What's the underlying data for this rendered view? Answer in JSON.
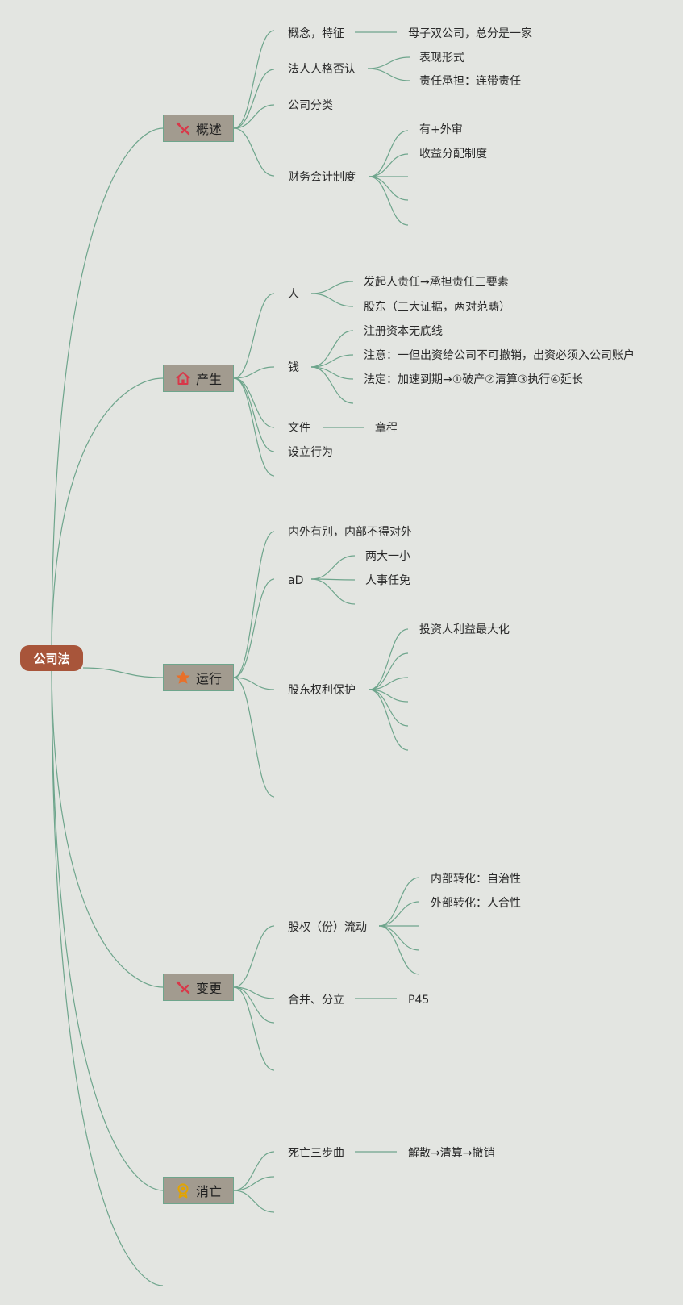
{
  "root": {
    "label": "公司法"
  },
  "branches": [
    {
      "label": "概述",
      "icon": "tools-icon",
      "children": [
        {
          "label": "概念，特征",
          "children": [
            "母子双公司，总分是一家"
          ]
        },
        {
          "label": "法人人格否认",
          "children": [
            "表现形式",
            "责任承担：连带责任"
          ]
        },
        {
          "label": "公司分类",
          "children": []
        },
        {
          "label": "财务会计制度",
          "children": [
            "有+外审",
            "收益分配制度",
            "",
            "",
            ""
          ]
        }
      ]
    },
    {
      "label": "产生",
      "icon": "home-icon",
      "children": [
        {
          "label": "人",
          "children": [
            "发起人责任→承担责任三要素",
            "股东（三大证据，两对范畴）"
          ]
        },
        {
          "label": "钱",
          "children": [
            "注册资本无底线",
            "注意：一但出资给公司不可撤销，出资必须入公司账户",
            "法定：加速到期→①破产②清算③执行④延长",
            ""
          ]
        },
        {
          "label": "文件",
          "children": [
            "章程"
          ]
        },
        {
          "label": "设立行为",
          "children": []
        },
        {
          "label": "",
          "children": []
        }
      ]
    },
    {
      "label": "运行",
      "icon": "star-icon",
      "children": [
        {
          "label": "内外有别，内部不得对外",
          "children": []
        },
        {
          "label": "aD",
          "children": [
            "两大一小",
            "人事任免",
            ""
          ]
        },
        {
          "label": "股东权利保护",
          "children": [
            "投资人利益最大化",
            "",
            "",
            "",
            "",
            ""
          ]
        },
        {
          "label": "",
          "children": []
        }
      ]
    },
    {
      "label": "变更",
      "icon": "tools-icon",
      "children": [
        {
          "label": "股权（份）流动",
          "children": [
            "内部转化：自治性",
            "外部转化：人合性",
            "",
            "",
            ""
          ]
        },
        {
          "label": "合并、分立",
          "children": [
            "P45"
          ]
        },
        {
          "label": "",
          "children": []
        },
        {
          "label": "",
          "children": []
        }
      ]
    },
    {
      "label": "消亡",
      "icon": "award-icon",
      "children": [
        {
          "label": "死亡三步曲",
          "children": [
            "解散→清算→撤销"
          ]
        },
        {
          "label": "",
          "children": []
        },
        {
          "label": "",
          "children": []
        }
      ]
    }
  ],
  "colors": {
    "line": "#6ea58c",
    "root_fill": "#a8553a",
    "branch_fill": "#a29b8f",
    "background": "#e3e5e1",
    "icon_red": "#d8394a",
    "icon_orange": "#e8702a",
    "icon_gold": "#e3a400"
  }
}
